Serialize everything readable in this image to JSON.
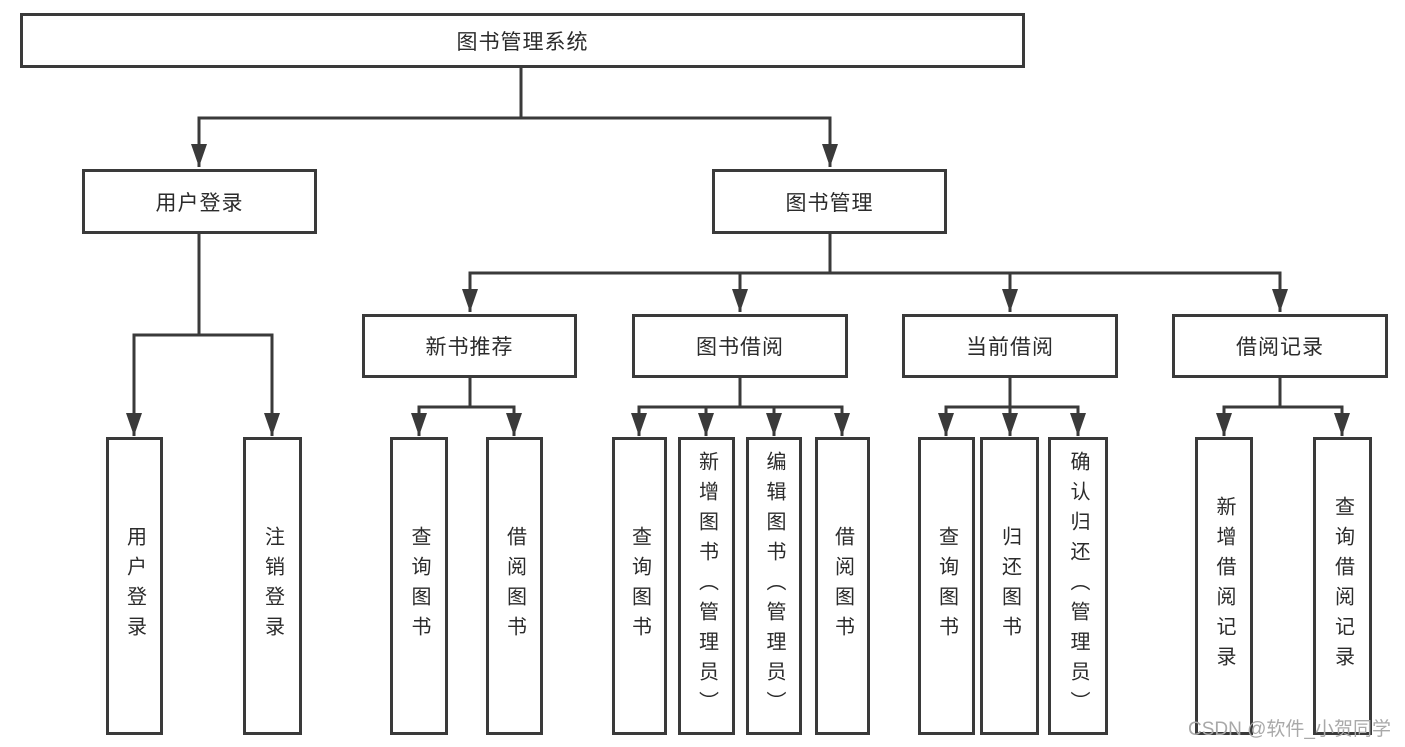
{
  "diagram": {
    "root": {
      "label": "图书管理系统"
    },
    "level2": [
      {
        "label": "用户登录"
      },
      {
        "label": "图书管理"
      }
    ],
    "level3": [
      {
        "label": "新书推荐"
      },
      {
        "label": "图书借阅"
      },
      {
        "label": "当前借阅"
      },
      {
        "label": "借阅记录"
      }
    ],
    "leaves": [
      {
        "label": "用户登录"
      },
      {
        "label": "注销登录"
      },
      {
        "label": "查询图书"
      },
      {
        "label": "借阅图书"
      },
      {
        "label": "查询图书"
      },
      {
        "label": "新增图书（管理员）"
      },
      {
        "label": "编辑图书（管理员）"
      },
      {
        "label": "借阅图书"
      },
      {
        "label": "查询图书"
      },
      {
        "label": "归还图书"
      },
      {
        "label": "确认归还（管理员）"
      },
      {
        "label": "新增借阅记录"
      },
      {
        "label": "查询借阅记录"
      }
    ],
    "watermark": "CSDN @软件_小贺同学",
    "colors": {
      "line": "#3a3a3a",
      "text": "#2b2b2b",
      "background": "#ffffff",
      "watermark": "#a9a9a9"
    }
  }
}
